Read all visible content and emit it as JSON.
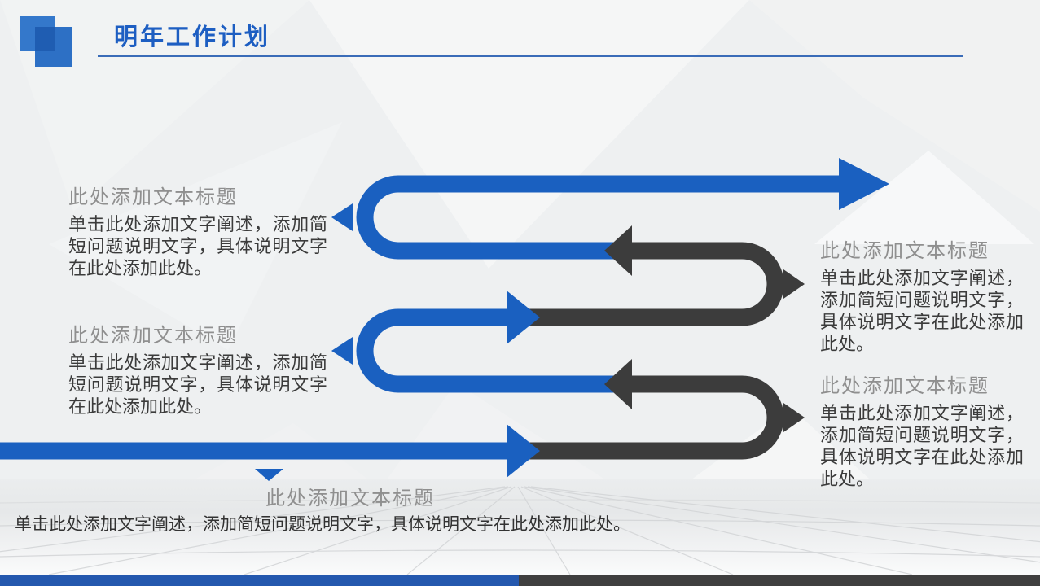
{
  "header": {
    "title": "明年工作计划"
  },
  "diagram": {
    "blocks": {
      "left_top": {
        "title": "此处添加文本标题",
        "body": "单击此处添加文字阐述，添加简短问题说明文字，具体说明文字在此处添加此处。"
      },
      "left_bottom": {
        "title": "此处添加文本标题",
        "body": "单击此处添加文字阐述，添加简短问题说明文字，具体说明文字在此处添加此处。"
      },
      "right_top": {
        "title": "此处添加文本标题",
        "body": "单击此处添加文字阐述，添加简短问题说明文字，具体说明文字在此处添加此处。"
      },
      "right_bottom": {
        "title": "此处添加文本标题",
        "body": "单击此处添加文字阐述，添加简短问题说明文字，具体说明文字在此处添加此处。"
      },
      "bottom": {
        "title": "此处添加文本标题",
        "body": "单击此处添加文字阐述，添加简短问题说明文字，具体说明文字在此处添加此处。"
      }
    },
    "arrow_icons": [
      "right-arrow-icon",
      "left-arrow-icon",
      "down-arrow-icon"
    ]
  },
  "colors": {
    "title_blue": "#1d5ec2",
    "underline_blue": "#3a6cb8",
    "arrow_blue": "#1a60c0",
    "arrow_dark": "#3c3c3c",
    "heading_gray": "#8f8f8f",
    "body_text": "#3b3b3b",
    "footer_blue": "#2458ae",
    "footer_dark": "#3f3f3f",
    "background": "#eef0f1"
  }
}
